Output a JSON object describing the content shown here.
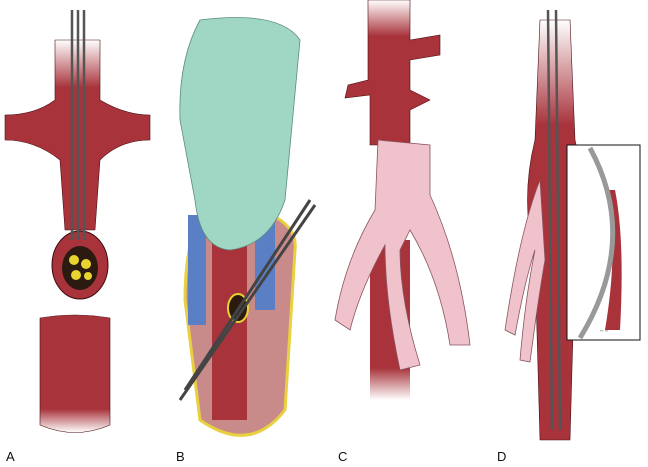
{
  "panels": [
    {
      "label": "A"
    },
    {
      "label": "B"
    },
    {
      "label": "C"
    },
    {
      "label": "D"
    }
  ],
  "signature": "T. Lam",
  "colors": {
    "vessel": "#a8333b",
    "graft": "#efc2cc",
    "glove": "#9fd6c4",
    "vein": "#5a7fc4",
    "fat": "#f1e07a",
    "plaque": "#e8d430"
  }
}
